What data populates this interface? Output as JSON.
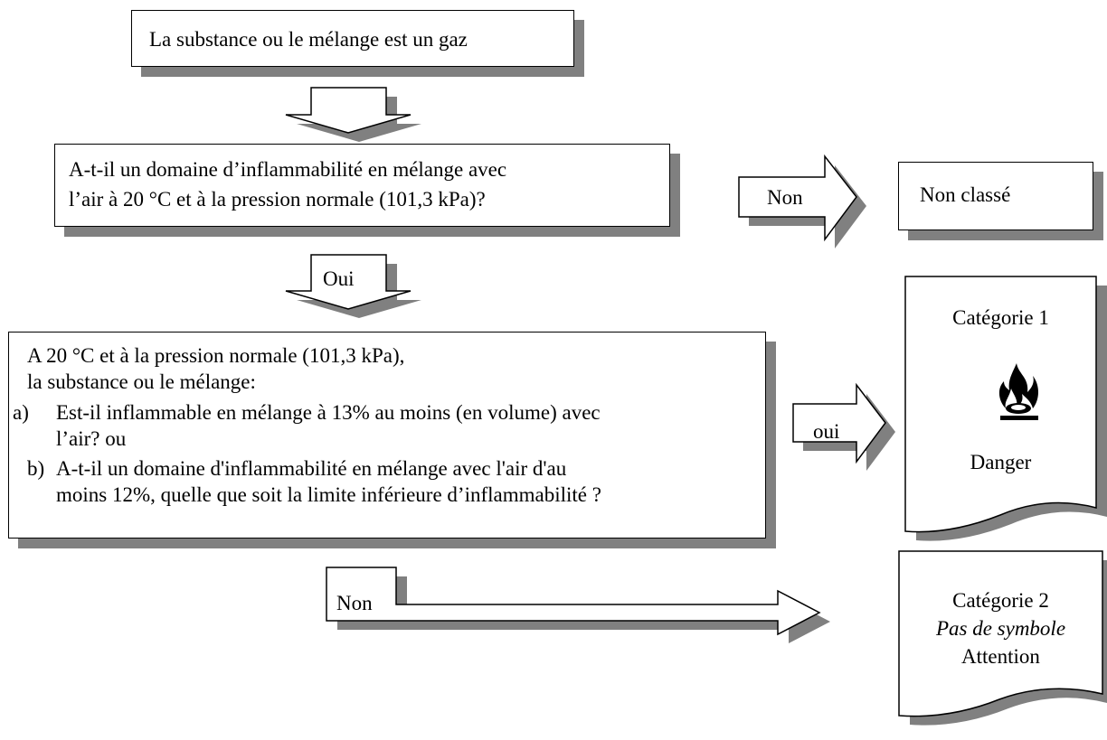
{
  "start": {
    "text": "La substance ou le mélange est un gaz"
  },
  "q1": {
    "line1": "A-t-il un domaine d’inflammabilité en mélange avec",
    "line2": "l’air à 20 °C et à la pression normale (101,3 kPa)?"
  },
  "arrow_non_1": "Non",
  "not_classified": "Non classé",
  "arrow_oui_1": "Oui",
  "q2": {
    "line1": "A 20 °C et à la pression normale (101,3 kPa),",
    "line2": "la substance ou le mélange:",
    "a_label": "a)",
    "a_line1": "Est-il inflammable en mélange à 13% au moins (en volume) avec",
    "a_line2": "l’air? ou",
    "b_label": "b)",
    "b_line1": "A-t-il un domaine d'inflammabilité en mélange avec l'air d'au",
    "b_line2": "moins 12%, quelle que soit la limite inférieure d’inflammabilité ?"
  },
  "arrow_oui_2": "oui",
  "cat1": {
    "title": "Catégorie 1",
    "symbol": "flame-icon",
    "signal": "Danger"
  },
  "arrow_non_2": "Non",
  "cat2": {
    "title": "Catégorie 2",
    "symbol_text": "Pas de symbole",
    "signal": "Attention"
  },
  "colors": {
    "shadow": "#808080",
    "stroke": "#000000",
    "fill": "#ffffff"
  }
}
